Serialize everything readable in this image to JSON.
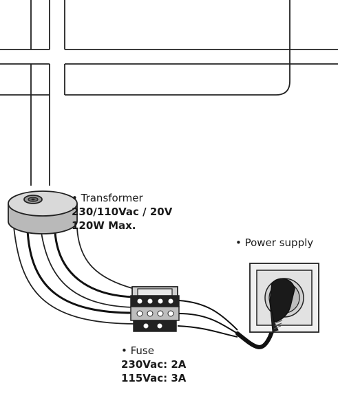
{
  "transformer": {
    "title": "• Transformer",
    "voltage": "230/110Vac / 20V",
    "power": "120W Max."
  },
  "power_supply": {
    "title": "• Power supply"
  },
  "fuse": {
    "title": "• Fuse",
    "rating_230": "230Vac: 2A",
    "rating_115": "115Vac: 3A"
  }
}
